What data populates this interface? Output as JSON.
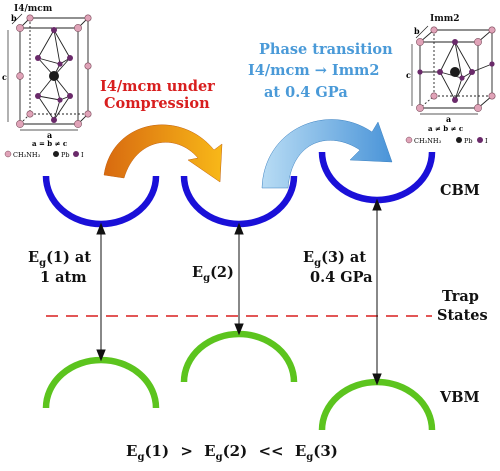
{
  "crystal_left": {
    "title": "I4/mcm",
    "axis_a": "a",
    "axis_b": "b",
    "axis_c": "c",
    "lattice": "a = b ≠ c",
    "legend": [
      {
        "label": "CH₃NH₃",
        "color": "#e0a3b8"
      },
      {
        "label": "Pb",
        "color": "#2a2a2a"
      },
      {
        "label": "I",
        "color": "#6a2a6a"
      }
    ]
  },
  "crystal_right": {
    "title": "Imm2",
    "axis_a": "a",
    "axis_b": "b",
    "axis_c": "c",
    "lattice": "a ≠ b ≠ c",
    "legend": [
      {
        "label": "CH₃NH₃",
        "color": "#e0a3b8"
      },
      {
        "label": "Pb",
        "color": "#2a2a2a"
      },
      {
        "label": "I",
        "color": "#6a2a6a"
      }
    ]
  },
  "compression_label": [
    "I4/mcm under",
    "Compression"
  ],
  "transition_label": [
    "Phase transition",
    "I4/mcm → Imm2",
    "at 0.4 GPa"
  ],
  "levels": {
    "cbm": "CBM",
    "trap": [
      "Trap",
      "States"
    ],
    "vbm": "VBM"
  },
  "gaps": [
    {
      "main": "E",
      "sub": "g",
      "rest": "(1) at",
      "line2": "1 atm"
    },
    {
      "main": "E",
      "sub": "g",
      "rest": "(2)",
      "line2": ""
    },
    {
      "main": "E",
      "sub": "g",
      "rest": "(3) at",
      "line2": "0.4 GPa"
    }
  ],
  "relation": [
    {
      "t": "E",
      "s": "g",
      "r": "(1)"
    },
    {
      "t": ">",
      "s": "",
      "r": ""
    },
    {
      "t": "E",
      "s": "g",
      "r": "(2)"
    },
    {
      "t": "<<",
      "s": "",
      "r": ""
    },
    {
      "t": "E",
      "s": "g",
      "r": "(3)"
    }
  ],
  "colors": {
    "cbm": "#1a10d8",
    "vbm": "#5cc41e",
    "trap": "#d81e1e",
    "compression_text": "#d81e1e",
    "transition_text": "#4a9ad8",
    "arrow_orange": "#f08a1a",
    "arrow_blue": "#5aa8e0"
  }
}
